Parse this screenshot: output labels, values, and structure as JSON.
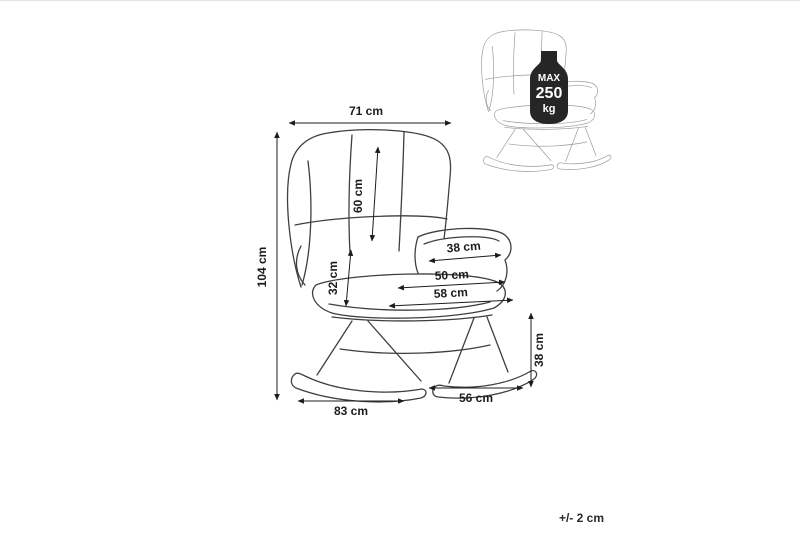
{
  "dimensions": {
    "overall_width": "71 cm",
    "overall_height": "104 cm",
    "backrest_height": "60 cm",
    "seat_back_height": "32 cm",
    "armrest_length": "38 cm",
    "seat_width": "50 cm",
    "seat_overall_width": "58 cm",
    "seat_height": "38 cm",
    "base_width": "56 cm",
    "rocker_length": "83 cm"
  },
  "weight_limit": {
    "label": "MAX",
    "value": "250",
    "unit": "kg"
  },
  "note": {
    "tolerance": "+/- 2 cm"
  },
  "colors": {
    "line": "#3f3f3f",
    "dim": "#1c1c1c",
    "inset": "#9a9a9a",
    "badge": "#262626"
  }
}
